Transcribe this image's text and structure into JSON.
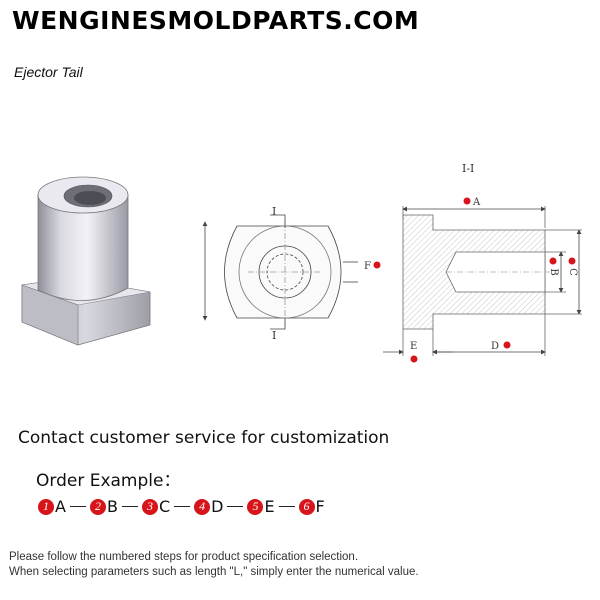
{
  "header": {
    "brand": "WENGINESMOLDPARTS.COM",
    "product_name": "Ejector Tail"
  },
  "drawing": {
    "section_label": "I-I",
    "cut_mark": "I",
    "dims": {
      "A": "A",
      "B": "B",
      "C": "C",
      "D": "D",
      "E": "E",
      "F": "F"
    },
    "marker_color": "#d8141b"
  },
  "contact": {
    "text": "Contact customer service for customization"
  },
  "order_example": {
    "title": "Order Example：",
    "steps": [
      {
        "num": "1",
        "label": "A"
      },
      {
        "num": "2",
        "label": "B"
      },
      {
        "num": "3",
        "label": "C"
      },
      {
        "num": "4",
        "label": "D"
      },
      {
        "num": "5",
        "label": "E"
      },
      {
        "num": "6",
        "label": "F"
      }
    ]
  },
  "notes": {
    "line1": "Please follow the numbered steps for product specification selection.",
    "line2": "When selecting parameters such as length \"L,\" simply enter the numerical value."
  }
}
